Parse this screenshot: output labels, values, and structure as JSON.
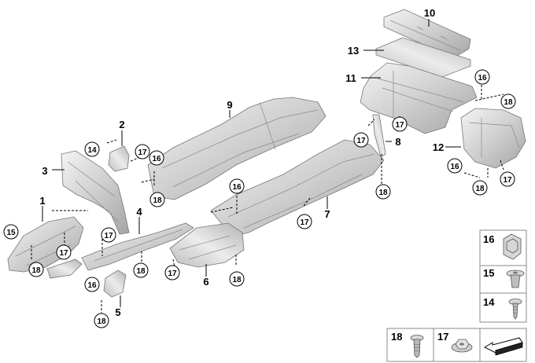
{
  "callouts": {
    "p1": "1",
    "p2": "2",
    "p3": "3",
    "p4": "4",
    "p5": "5",
    "p6": "6",
    "p7": "7",
    "p8": "8",
    "p9": "9",
    "p10": "10",
    "p11": "11",
    "p12": "12",
    "p13": "13"
  },
  "circled": {
    "c15a": "15",
    "c18a": "18",
    "c17a": "17",
    "c14a": "14",
    "c17b": "17",
    "c16a": "16",
    "c18b": "18",
    "c17c": "17",
    "c16b": "16",
    "c18c": "18",
    "c18d": "18",
    "c17d": "17",
    "c18e": "18",
    "c16c": "16",
    "c17e": "17",
    "c17f": "17",
    "c17g": "17",
    "c18f": "18",
    "c16d": "16",
    "c18g": "18",
    "c16e": "16",
    "c18h": "18",
    "c17h": "17"
  },
  "legend": {
    "l16": "16",
    "l15": "15",
    "l14": "14",
    "l18": "18",
    "l17": "17"
  },
  "colors": {
    "metal_light": "#f2f2f2",
    "metal_dark": "#9a9a9a",
    "line": "#000000"
  }
}
